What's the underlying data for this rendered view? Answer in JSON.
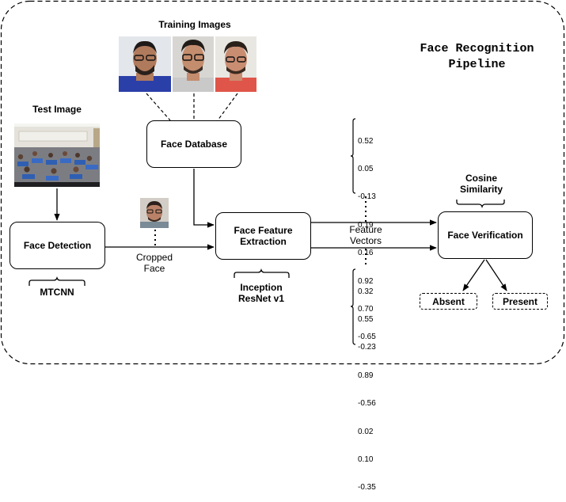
{
  "title": "Face Recognition\nPipeline",
  "labels": {
    "training_images": "Training Images",
    "test_image": "Test Image",
    "cropped_face": "Cropped\nFace",
    "feature_vectors": "Feature\nVectors",
    "cosine_similarity": "Cosine\nSimilarity",
    "mtcnn": "MTCNN",
    "inception": "Inception\nResNet v1"
  },
  "nodes": {
    "face_database": "Face Database",
    "face_detection": "Face Detection",
    "feature_extraction": "Face Feature\nExtraction",
    "face_verification": "Face Verification"
  },
  "outcomes": {
    "absent": "Absent",
    "present": "Present"
  },
  "vectors": {
    "top": [
      "0.52",
      "0.05",
      "-0.13",
      "0.19",
      "0.16",
      "0.92",
      "0.70",
      "-0.65"
    ],
    "bottom": [
      "0.32",
      "0.55",
      "-0.23",
      "0.89",
      "-0.56",
      "0.02",
      "0.10",
      "-0.35"
    ]
  }
}
